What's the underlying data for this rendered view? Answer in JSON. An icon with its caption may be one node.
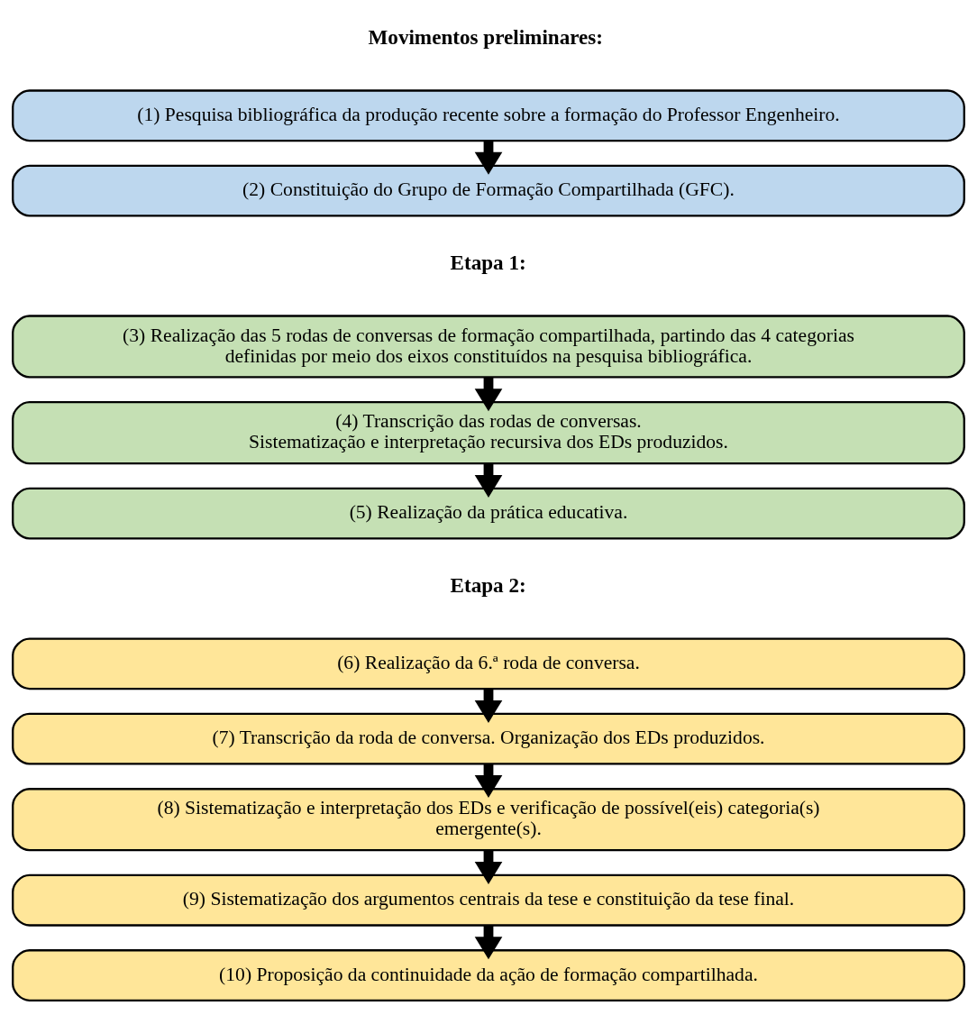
{
  "diagram": {
    "nodes": [
      {
        "text": [
          "(1) Pesquisa bibliográfica da produção recente sobre a formação do Professor Engenheiro."
        ]
      },
      {
        "text": [
          "(2) Constituição do Grupo de Formação Compartilhada (GFC)."
        ]
      },
      {
        "text": [
          "(3) Realização das 5 rodas de conversas de formação compartilhada, partindo das 4 categorias definidas por meio dos eixos constituídos na pesquisa bibliográfica."
        ]
      },
      {
        "text": [
          "(4) Transcrição das rodas de conversas.",
          "Sistematização e interpretação recursiva dos EDs produzidos."
        ]
      },
      {
        "text": [
          "(5) Realização da prática educativa."
        ]
      },
      {
        "text": [
          "(6) Realização da 6.ª roda de conversa."
        ]
      },
      {
        "text": [
          "(7) Transcrição da roda de conversa. Organização dos EDs produzidos."
        ]
      },
      {
        "text": [
          "(8) Sistematização e interpretação dos EDs e verificação de possível(eis) categoria(s) emergente(s)."
        ]
      },
      {
        "text": [
          "(9) Sistematização dos argumentos centrais da tese e constituição da tese final."
        ]
      },
      {
        "text": [
          "(10) Proposição da continuidade da ação de formação compartilhada."
        ]
      }
    ],
    "edges": [
      {
        "from": 0,
        "to": 1,
        "arrow": "to"
      },
      {
        "from": 2,
        "to": 3,
        "arrow": "to"
      },
      {
        "from": 3,
        "to": 4,
        "arrow": "to"
      },
      {
        "from": 5,
        "to": 6,
        "arrow": "to"
      },
      {
        "from": 6,
        "to": 7,
        "arrow": "to"
      },
      {
        "from": 7,
        "to": 8,
        "arrow": "to"
      },
      {
        "from": 8,
        "to": 9,
        "arrow": "to"
      }
    ],
    "labels": [
      "Movimentos preliminares:",
      "Etapa 1:",
      "Etapa 2:"
    ]
  }
}
